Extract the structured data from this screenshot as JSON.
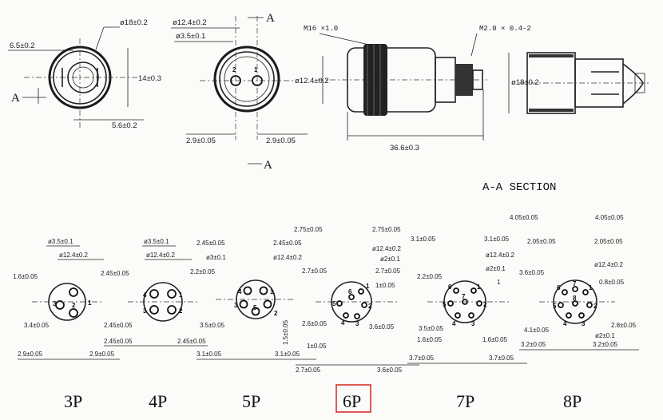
{
  "top": {
    "front": {
      "d_outer": "ø18±0.2",
      "key_offset": "6.5±0.2",
      "height": "14±0.3",
      "key_width": "5.6±0.2",
      "a_label": "A"
    },
    "pinface": {
      "d_body": "ø12.4±0.2",
      "d_pin": "ø3.5±0.1",
      "pin_a": "2",
      "pin_b": "1",
      "left_pitch": "2.9±0.05",
      "right_pitch": "2.9±0.05",
      "a_top": "A",
      "a_bottom": "A"
    },
    "side": {
      "thread": "M16 ×1.0",
      "d_body": "ø12.4±0.2",
      "length": "36.6±0.3"
    },
    "section": {
      "thread": "M2.0 × 0.4-2",
      "d_outer": "ø18±0.2",
      "title": "A-A SECTION"
    }
  },
  "p3": {
    "label": "3P",
    "d_pin": "ø3.5±0.1",
    "d_body": "ø12.4±0.2",
    "top_y": "1.6±0.05",
    "mid_y": "3.4±0.05",
    "bottom_a": "2.9±0.05",
    "bottom_b": "2.9±0.05",
    "pins": [
      "1",
      "2",
      "3"
    ]
  },
  "p4": {
    "label": "4P",
    "d_pin": "ø3.5±0.1",
    "d_body": "ø12.4±0.2",
    "top_y": "2.45±0.05",
    "mid_y": "2.45±0.05",
    "bottom_a": "2.45±0.05",
    "bottom_b": "2.45±0.05",
    "pins": [
      "1",
      "2",
      "3",
      "4"
    ]
  },
  "p5": {
    "label": "5P",
    "d_pin": "ø3±0.1",
    "d_body": "ø12.4±0.2",
    "top_a": "2.45±0.05",
    "top_b": "2.45±0.05",
    "top_y": "2.2±0.05",
    "mid_y": "3.5±0.05",
    "side_v": "1.5±0.05",
    "bottom_a": "3.1±0.05",
    "bottom_b": "3.1±0.05",
    "pins": [
      "1",
      "2",
      "3",
      "4",
      "5"
    ]
  },
  "p6": {
    "label": "6P",
    "top_a": "2.75±0.05",
    "top_b": "2.75±0.05",
    "d_body": "ø12.4±0.2",
    "d_pin": "ø2±0.1",
    "left_y": "2.7±0.05",
    "right_y1": "2.7±0.05",
    "right_y2": "1±0.05",
    "low_left": "2.6±0.05",
    "low_right": "3.6±0.05",
    "bot_1": "1±0.05",
    "bot_2": "2.7±0.05",
    "bot_3": "3.6±0.05",
    "pins": [
      "1",
      "2",
      "3",
      "4",
      "5",
      "6"
    ]
  },
  "p7": {
    "label": "7P",
    "top_a": "3.1±0.05",
    "top_b": "3.1±0.05",
    "d_body": "ø12.4±0.2",
    "d_pin": "ø2±0.1",
    "left_y": "2.2±0.05",
    "side_r": "1",
    "low_left1": "3.5±0.05",
    "low_left2": "1.6±0.05",
    "low_right": "1.6±0.05",
    "bot_a": "3.7±0.05",
    "bot_b": "3.7±0.05",
    "pins": [
      "1",
      "2",
      "3",
      "4",
      "5",
      "6",
      "7"
    ]
  },
  "p8": {
    "label": "8P",
    "top_a": "4.05±0.05",
    "top_b": "4.05±0.05",
    "mid_a": "2.05±0.05",
    "mid_b": "2.05±0.05",
    "d_body": "ø12.4±0.2",
    "left_y": "3.6±0.05",
    "right_y": "0.8±0.05",
    "low_mid": "4.1±0.05",
    "low_r": "2.8±0.05",
    "d_pin": "ø2±0.1",
    "bot_l": "3.2±0.05",
    "bot_r": "3.2±0.05",
    "pins": [
      "1",
      "2",
      "3",
      "4",
      "5",
      "6",
      "7",
      "8"
    ]
  }
}
